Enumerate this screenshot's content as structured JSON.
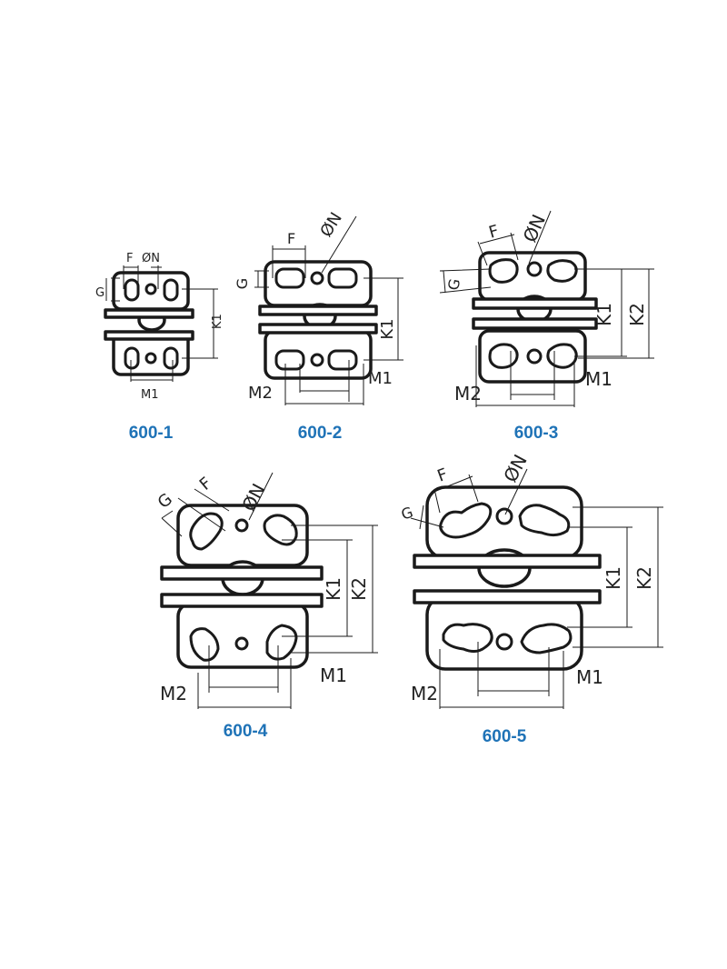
{
  "colors": {
    "model_label": "#1f73b7",
    "line": "#1a1a1a",
    "background": "#ffffff"
  },
  "hinges": [
    {
      "model": "600-1",
      "dims": {
        "F": "F",
        "N": "ØN",
        "G": "G",
        "K1": "K1",
        "M1": "M1"
      }
    },
    {
      "model": "600-2",
      "dims": {
        "F": "F",
        "N": "ØN",
        "G": "G",
        "K1": "K1",
        "M1": "M1",
        "M2": "M2"
      }
    },
    {
      "model": "600-3",
      "dims": {
        "F": "F",
        "N": "ØN",
        "G": "G",
        "K1": "K1",
        "K2": "K2",
        "M1": "M1",
        "M2": "M2"
      }
    },
    {
      "model": "600-4",
      "dims": {
        "G": "G",
        "F": "F",
        "N": "ØN",
        "K1": "K1",
        "K2": "K2",
        "M1": "M1",
        "M2": "M2"
      }
    },
    {
      "model": "600-5",
      "dims": {
        "F": "F",
        "N": "ØN",
        "G": "G",
        "K1": "K1",
        "K2": "K2",
        "M1": "M1",
        "M2": "M2"
      }
    }
  ]
}
